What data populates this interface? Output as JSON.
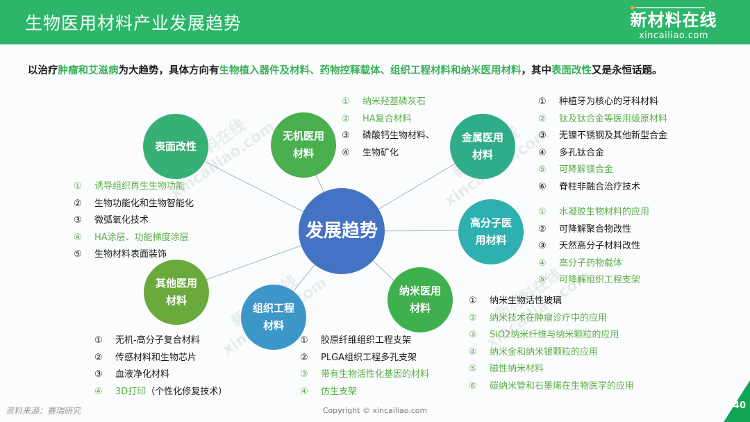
{
  "header": {
    "title": "生物医用材料产业发展趋势",
    "logo_cn": "新材料在线",
    "logo_en": "xincailiao.com"
  },
  "summary": {
    "segments": [
      {
        "text": "以治疗",
        "highlight": false
      },
      {
        "text": "肿瘤和艾滋病",
        "highlight": true
      },
      {
        "text": "为大趋势，具体方向有",
        "highlight": false
      },
      {
        "text": "生物植入器件及材料、药物控释载体、组织工程材料和纳米医用材料",
        "highlight": true
      },
      {
        "text": "，其中",
        "highlight": false
      },
      {
        "text": "表面改性",
        "highlight": true
      },
      {
        "text": "又是永恒话题。",
        "highlight": false
      }
    ]
  },
  "diagram": {
    "center": {
      "label": "发展趋势",
      "color": "#4472c4"
    },
    "nodes": [
      {
        "id": "surface",
        "label_line1": "表面改性",
        "label_line2": "",
        "color": "#36b074",
        "items": [
          {
            "num": "①",
            "text": "诱导组织再生生物功能",
            "green": true
          },
          {
            "num": "②",
            "text": "生物功能化和生物智能化",
            "green": false
          },
          {
            "num": "③",
            "text": "微弧氧化技术",
            "green": false
          },
          {
            "num": "④",
            "text": "HA涂层、功能梯度涂层",
            "green": true
          },
          {
            "num": "⑤",
            "text": "生物材料表面装饰",
            "green": false
          }
        ]
      },
      {
        "id": "inorganic",
        "label_line1": "无机医用",
        "label_line2": "材料",
        "color": "#4bae4f",
        "items": [
          {
            "num": "①",
            "text": "纳米羟基磷灰石",
            "green": true
          },
          {
            "num": "②",
            "text": "HA复合材料",
            "green": true
          },
          {
            "num": "③",
            "text": "磷酸钙生物材料、",
            "green": false
          },
          {
            "num": "④",
            "text": "生物矿化",
            "green": false
          }
        ]
      },
      {
        "id": "metal",
        "label_line1": "金属医用",
        "label_line2": "材料",
        "color": "#2fac8a",
        "items": [
          {
            "num": "①",
            "text": "种植牙为核心的牙科材料",
            "green": false
          },
          {
            "num": "②",
            "text": "钛及钛合金等医用级原材料",
            "green": true
          },
          {
            "num": "③",
            "text": "无镍不锈钢及其他新型合金",
            "green": false
          },
          {
            "num": "④",
            "text": "多孔钛合金",
            "green": false
          },
          {
            "num": "⑤",
            "text": "可降解镁合金",
            "green": true
          },
          {
            "num": "⑥",
            "text": "脊柱非融合治疗技术",
            "green": false
          }
        ]
      },
      {
        "id": "polymer",
        "label_line1": "高分子医",
        "label_line2": "用材料",
        "color": "#2fb0b0",
        "items": [
          {
            "num": "①",
            "text": "水凝胶生物材料的应用",
            "green": true
          },
          {
            "num": "②",
            "text": "可降解聚合物改性",
            "green": false
          },
          {
            "num": "③",
            "text": "天然高分子材料改性",
            "green": false
          },
          {
            "num": "④",
            "text": "高分子药物载体",
            "green": true
          },
          {
            "num": "⑤",
            "text": "可降解组织工程支架",
            "green": true
          }
        ]
      },
      {
        "id": "nano",
        "label_line1": "纳米医用",
        "label_line2": "材料",
        "color": "#3fb04e",
        "items": [
          {
            "num": "①",
            "text": "纳米生物活性玻璃",
            "green": false
          },
          {
            "num": "②",
            "text": "纳米技术在肿瘤诊疗中的应用",
            "green": true
          },
          {
            "num": "③",
            "text": "SiO2纳米纤维与纳米颗粒的应用",
            "green": true
          },
          {
            "num": "④",
            "text": "纳米金和纳米银颗粒的应用",
            "green": true
          },
          {
            "num": "⑤",
            "text": "磁性纳米材料",
            "green": true
          },
          {
            "num": "⑥",
            "text": "碳纳米管和石墨烯在生物医学的应用",
            "green": true
          }
        ]
      },
      {
        "id": "tissue",
        "label_line1": "组织工程",
        "label_line2": "材料",
        "color": "#3c96c8",
        "items": [
          {
            "num": "①",
            "text": "胶原纤维组织工程支架",
            "green": false
          },
          {
            "num": "②",
            "text": "PLGA组织工程多孔支架",
            "green": false
          },
          {
            "num": "③",
            "text": "带有生物活性化基因的材料",
            "green": true
          },
          {
            "num": "④",
            "text": "仿生支架",
            "green": true
          }
        ]
      },
      {
        "id": "other",
        "label_line1": "其他医用",
        "label_line2": "材料",
        "color": "#6aaa3c",
        "items": [
          {
            "num": "①",
            "text": "无机-高分子复合材料",
            "green": false
          },
          {
            "num": "②",
            "text": "传感材料和生物芯片",
            "green": false
          },
          {
            "num": "③",
            "text": "血液净化材料",
            "green": false
          },
          {
            "num": "④",
            "text": "3D打印（个性化修复技术）",
            "green": "partial",
            "green_part": "3D打印",
            "rest": "（个性化修复技术）"
          }
        ]
      }
    ]
  },
  "watermark": {
    "line1": "新材料在线",
    "line2": "xincailiao.com"
  },
  "footer": {
    "source": "资料来源：赛瑞研究",
    "copyright": "Copyright © xincailiao.com",
    "page_number": "40"
  },
  "colors": {
    "header_green": "#2db56a",
    "highlight_green": "#3bb05a",
    "list_green": "#5cae4a",
    "center_blue": "#4472c4",
    "page_badge": "#10a555"
  }
}
